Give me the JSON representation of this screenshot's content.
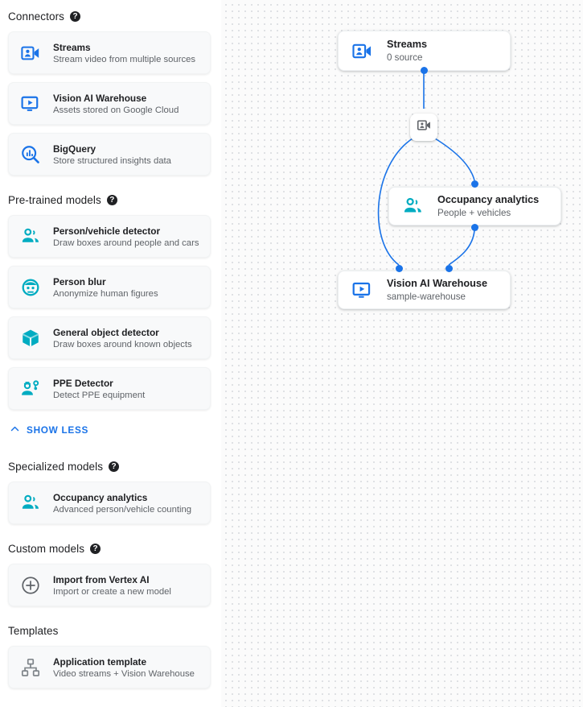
{
  "sidebar": {
    "sections": [
      {
        "title": "Connectors",
        "has_help": true,
        "help_glyph": "?",
        "items": [
          {
            "icon": "video-camera-person-icon",
            "icon_color": "#1a73e8",
            "title": "Streams",
            "subtitle": "Stream video from multiple sources"
          },
          {
            "icon": "monitor-play-icon",
            "icon_color": "#1a73e8",
            "title": "Vision AI Warehouse",
            "subtitle": "Assets stored on Google Cloud"
          },
          {
            "icon": "bigquery-magnifier-icon",
            "icon_color": "#1a73e8",
            "title": "BigQuery",
            "subtitle": "Store structured insights data"
          }
        ]
      },
      {
        "title": "Pre-trained models",
        "has_help": true,
        "help_glyph": "?",
        "items": [
          {
            "icon": "people-group-icon",
            "icon_color": "#00acc1",
            "title": "Person/vehicle detector",
            "subtitle": "Draw boxes around people and cars"
          },
          {
            "icon": "person-blur-face-icon",
            "icon_color": "#00acc1",
            "title": "Person blur",
            "subtitle": "Anonymize human figures"
          },
          {
            "icon": "cube-box-icon",
            "icon_color": "#00acc1",
            "title": "General object detector",
            "subtitle": "Draw boxes around known objects"
          },
          {
            "icon": "ppe-worker-icon",
            "icon_color": "#00acc1",
            "title": "PPE Detector",
            "subtitle": "Detect PPE equipment"
          }
        ],
        "footer_link": {
          "label": "SHOW LESS",
          "icon": "chevron-up-icon",
          "color": "#1a73e8"
        }
      },
      {
        "title": "Specialized models",
        "has_help": true,
        "help_glyph": "?",
        "items": [
          {
            "icon": "people-group-icon",
            "icon_color": "#00acc1",
            "title": "Occupancy analytics",
            "subtitle": "Advanced person/vehicle counting"
          }
        ]
      },
      {
        "title": "Custom models",
        "has_help": true,
        "help_glyph": "?",
        "items": [
          {
            "icon": "plus-circle-icon",
            "icon_color": "#5f6368",
            "title": "Import from Vertex AI",
            "subtitle": "Import or create a new model"
          }
        ]
      },
      {
        "title": "Templates",
        "has_help": false,
        "help_glyph": "",
        "items": [
          {
            "icon": "hierarchy-template-icon",
            "icon_color": "#80868b",
            "title": "Application template",
            "subtitle": "Video streams + Vision Warehouse"
          }
        ]
      }
    ]
  },
  "canvas": {
    "edge_color": "#1a73e8",
    "port_color": "#1a73e8",
    "grid_dot_color": "#dadce0",
    "nodes": [
      {
        "icon": "video-camera-person-icon",
        "icon_color": "#1a73e8",
        "title": "Streams",
        "subtitle": "0 source"
      },
      {
        "icon": "people-group-icon",
        "icon_color": "#00acc1",
        "title": "Occupancy analytics",
        "subtitle": "People + vehicles"
      },
      {
        "icon": "monitor-play-icon",
        "icon_color": "#1a73e8",
        "title": "Vision AI Warehouse",
        "subtitle": "sample-warehouse"
      }
    ],
    "mini_node": {
      "icon": "video-camera-person-icon",
      "icon_color": "#5f6368"
    }
  }
}
